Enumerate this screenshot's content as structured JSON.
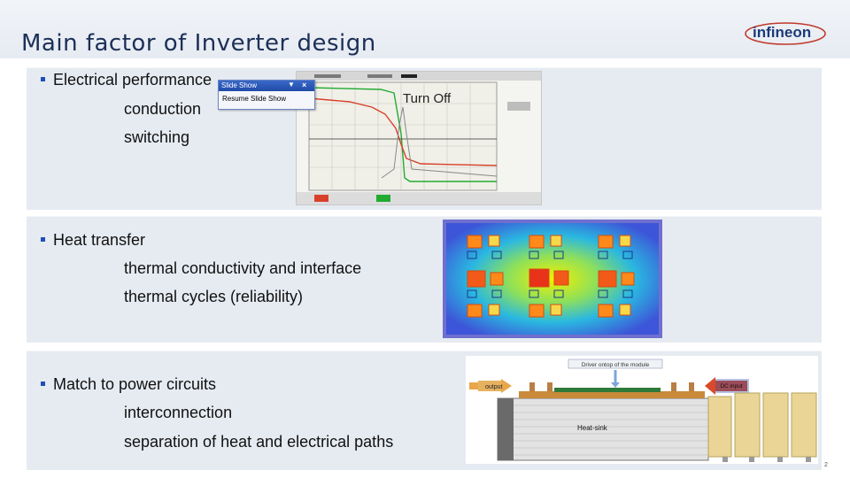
{
  "slide": {
    "title": "Main factor of Inverter design",
    "logo_text": "infineon",
    "page_number": "2"
  },
  "sections": [
    {
      "bullet": "Electrical performance",
      "subitems": [
        "conduction",
        "switching"
      ],
      "image": {
        "caption": "Turn Off",
        "icon": "oscilloscope-waveform"
      }
    },
    {
      "bullet": "Heat transfer",
      "subitems": [
        "thermal conductivity and interface",
        "thermal cycles (reliability)"
      ],
      "image": {
        "icon": "thermal-map"
      }
    },
    {
      "bullet": "Match to power circuits",
      "subitems": [
        "interconnection",
        "separation of heat and electrical paths"
      ],
      "image": {
        "icon": "module-cross-section",
        "labels": {
          "driver": "Driver ontop of the module",
          "heatsink": "Heat-sink",
          "output": "output",
          "dc_input": "DC input"
        }
      }
    }
  ],
  "slideshow_popup": {
    "title": "Slide Show",
    "menu_item": "Resume Slide Show",
    "dropdown_glyph": "▼",
    "close_glyph": "×"
  },
  "colors": {
    "title": "#1c2f57",
    "band": "#e6ebf2",
    "bullet": "#1f4fb8",
    "popup_bar": "#2a58b8"
  }
}
